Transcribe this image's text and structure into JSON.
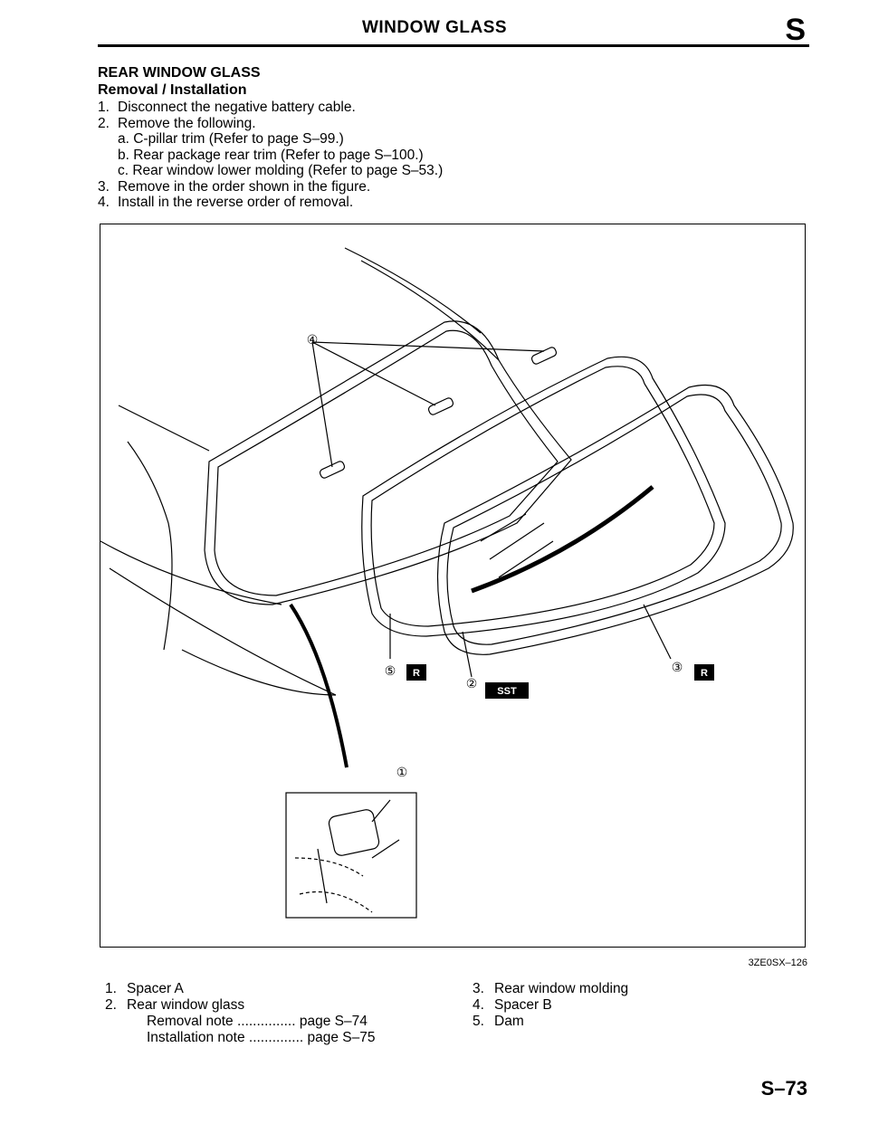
{
  "header": {
    "title": "WINDOW GLASS",
    "section_letter": "S"
  },
  "section": {
    "title": "REAR WINDOW GLASS",
    "subtitle": "Removal / Installation"
  },
  "steps": [
    {
      "num": "1.",
      "text": "Disconnect the negative battery cable."
    },
    {
      "num": "2.",
      "text": "Remove the following."
    },
    {
      "num": "",
      "text": "a. C-pillar trim (Refer to page S–99.)"
    },
    {
      "num": "",
      "text": "b. Rear package rear trim (Refer to page S–100.)"
    },
    {
      "num": "",
      "text": "c. Rear window lower molding (Refer to page S–53.)"
    },
    {
      "num": "3.",
      "text": "Remove in the order shown in the figure."
    },
    {
      "num": "4.",
      "text": "Install in the reverse order of removal."
    }
  ],
  "figure": {
    "callouts": [
      "①",
      "②",
      "③",
      "④",
      "⑤"
    ],
    "badges": {
      "r": "R",
      "sst": "SST"
    },
    "code": "3ZE0SX–126"
  },
  "legend": {
    "left": [
      {
        "num": "1.",
        "text": "Spacer A"
      },
      {
        "num": "2.",
        "text": "Rear window glass"
      }
    ],
    "notes": [
      {
        "label": "Removal note",
        "dots": "...............",
        "page": "page S–74"
      },
      {
        "label": "Installation note",
        "dots": "..............",
        "page": "page S–75"
      }
    ],
    "right": [
      {
        "num": "3.",
        "text": "Rear window molding"
      },
      {
        "num": "4.",
        "text": "Spacer B"
      },
      {
        "num": "5.",
        "text": "Dam"
      }
    ]
  },
  "footer": {
    "page_number": "S–73"
  }
}
